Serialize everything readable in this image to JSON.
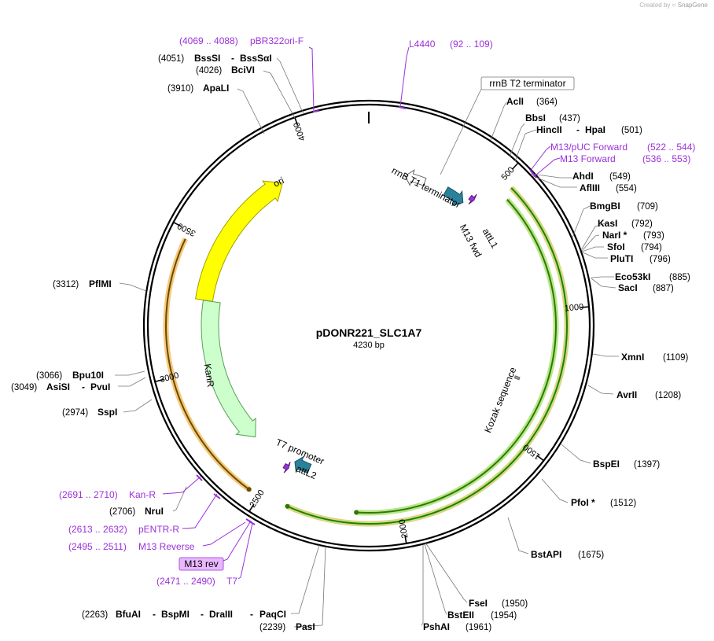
{
  "credit": {
    "prefix": "Created by",
    "brand": "SnapGene"
  },
  "plasmid": {
    "name": "pDONR221_SLC1A7",
    "length_label": "4230 bp",
    "length": 4230
  },
  "ticks": [
    {
      "bp": 500,
      "label": "500"
    },
    {
      "bp": 1000,
      "label": "1000"
    },
    {
      "bp": 1500,
      "label": "1500"
    },
    {
      "bp": 2000,
      "label": "2000"
    },
    {
      "bp": 2500,
      "label": "2500"
    },
    {
      "bp": 3000,
      "label": "3000"
    },
    {
      "bp": 3500,
      "label": "3500"
    },
    {
      "bp": 4000,
      "label": "4000"
    }
  ],
  "features": [
    {
      "name": "ori",
      "label": "ori",
      "start": 3276,
      "end": 3864,
      "dir": "cw",
      "color": "#ffff00",
      "stroke": "#a0a000"
    },
    {
      "name": "kanr",
      "label": "KanR",
      "start": 2650,
      "end": 3275,
      "dir": "ccw",
      "color": "#ccffcc",
      "stroke": "#55a055"
    },
    {
      "name": "attl1",
      "label": "attL1",
      "start": 350,
      "end": 440,
      "dir": "cw",
      "color": "#2b8199",
      "stroke": "#1a5566"
    },
    {
      "name": "attl2",
      "label": "attL2",
      "start": 2380,
      "end": 2450,
      "dir": "cw",
      "color": "#2b8199",
      "stroke": "#1a5566"
    },
    {
      "name": "m13-fwd-feature",
      "label": "M13 fwd",
      "start": 450,
      "end": 470,
      "dir": "cw",
      "color": "#9b30d9",
      "stroke": "#5a1a80"
    },
    {
      "name": "t7-feature",
      "label": "T7 promoter",
      "start": 2460,
      "end": 2480,
      "dir": "ccw",
      "color": "#9b30d9",
      "stroke": "#5a1a80"
    },
    {
      "name": "rrnb-t1",
      "label": "rrnB T1 terminator",
      "start": 160,
      "end": 250,
      "dir": "ccw",
      "color": "#ffffff",
      "stroke": "#666666"
    },
    {
      "name": "kozak",
      "label": "Kozak sequence",
      "start": 1280,
      "end": 1290,
      "dir": "none",
      "color": "#999999",
      "stroke": "#666666"
    }
  ],
  "orfs": [
    {
      "name": "orf-outer",
      "start": 3470,
      "end": 2540,
      "dir": "ccw"
    },
    {
      "name": "orf-green-1",
      "start": 540,
      "end": 2400,
      "dir": "cw"
    },
    {
      "name": "orf-green-2",
      "start": 560,
      "end": 2160,
      "dir": "cw"
    }
  ],
  "boxed_label": {
    "text": "rrnB T2 terminator"
  },
  "sites": [
    {
      "name": "acii",
      "enzyme": "AclI",
      "pos": "(364)"
    },
    {
      "name": "bbsi",
      "enzyme": "BbsI",
      "pos": "(437)"
    },
    {
      "name": "hincii",
      "enzyme": "HincII",
      "extra": "HpaI",
      "pos": "(501)"
    },
    {
      "name": "ahdi",
      "enzyme": "AhdI",
      "pos": "(549)"
    },
    {
      "name": "afliii",
      "enzyme": "AflIII",
      "pos": "(554)"
    },
    {
      "name": "bmgbi",
      "enzyme": "BmgBI",
      "pos": "(709)"
    },
    {
      "name": "kasi",
      "enzyme": "KasI",
      "pos": "(792)"
    },
    {
      "name": "nari",
      "enzyme": "NarI *",
      "pos": "(793)"
    },
    {
      "name": "sfoi",
      "enzyme": "SfoI",
      "pos": "(794)"
    },
    {
      "name": "pluti",
      "enzyme": "PluTI",
      "pos": "(796)"
    },
    {
      "name": "eco53ki",
      "enzyme": "Eco53kI",
      "pos": "(885)"
    },
    {
      "name": "saci",
      "enzyme": "SacI",
      "pos": "(887)"
    },
    {
      "name": "xmni",
      "enzyme": "XmnI",
      "pos": "(1109)"
    },
    {
      "name": "avrii",
      "enzyme": "AvrII",
      "pos": "(1208)"
    },
    {
      "name": "bspei",
      "enzyme": "BspEI",
      "pos": "(1397)"
    },
    {
      "name": "pfoi",
      "enzyme": "PfoI *",
      "pos": "(1512)"
    },
    {
      "name": "bstapi",
      "enzyme": "BstAPI",
      "pos": "(1675)"
    },
    {
      "name": "fsei",
      "enzyme": "FseI",
      "pos": "(1950)"
    },
    {
      "name": "bsteii",
      "enzyme": "BstEII",
      "pos": "(1954)"
    },
    {
      "name": "pshai",
      "enzyme": "PshAI",
      "pos": "(1961)"
    },
    {
      "name": "pasi",
      "enzyme": "PasI",
      "pos": "(2239)"
    },
    {
      "name": "bfuai",
      "enzyme": "BfuAI",
      "extra": "BspMI",
      "extra2": "DraIII",
      "extra3": "PaqCI",
      "pos": "(2263)"
    },
    {
      "name": "nrui",
      "enzyme": "NruI",
      "pos": "(2706)"
    },
    {
      "name": "sspi",
      "enzyme": "SspI",
      "pos": "(2974)"
    },
    {
      "name": "asisi",
      "enzyme": "AsiSI",
      "extra": "PvuI",
      "pos": "(3049)"
    },
    {
      "name": "bpu10i",
      "enzyme": "Bpu10I",
      "pos": "(3066)"
    },
    {
      "name": "pflmi",
      "enzyme": "PflMI",
      "pos": "(3312)"
    },
    {
      "name": "apali",
      "enzyme": "ApaLI",
      "pos": "(3910)"
    },
    {
      "name": "bcivi",
      "enzyme": "BciVI",
      "pos": "(4026)"
    },
    {
      "name": "bsssi",
      "enzyme": "BssSI",
      "extra": "BssSαI",
      "pos": "(4051)"
    }
  ],
  "primers": [
    {
      "name": "pbr322ori-f",
      "label": "pBR322ori-F",
      "range": "(4069 .. 4088)"
    },
    {
      "name": "l4440",
      "label": "L4440",
      "range": "(92 .. 109)"
    },
    {
      "name": "m13-puc-forward",
      "label": "M13/pUC Forward",
      "range": "(522 .. 544)"
    },
    {
      "name": "m13-forward",
      "label": "M13 Forward",
      "range": "(536 .. 553)"
    },
    {
      "name": "kan-r",
      "label": "Kan-R",
      "range": "(2691 .. 2710)"
    },
    {
      "name": "pentr-r",
      "label": "pENTR-R",
      "range": "(2613 .. 2632)"
    },
    {
      "name": "m13-reverse",
      "label": "M13 Reverse",
      "range": "(2495 .. 2511)"
    },
    {
      "name": "m13-rev",
      "label": "M13 rev",
      "range": ""
    },
    {
      "name": "t7",
      "label": "T7",
      "range": "(2471 .. 2490)"
    }
  ],
  "colors": {
    "backbone": "#000000",
    "primer": "#9b30d9",
    "orf_fill": "#f5c87a",
    "orf_line_brown": "#6b4a00",
    "orf_line_green": "#2d7a00",
    "orf_green_halo": "#b8e68a"
  }
}
